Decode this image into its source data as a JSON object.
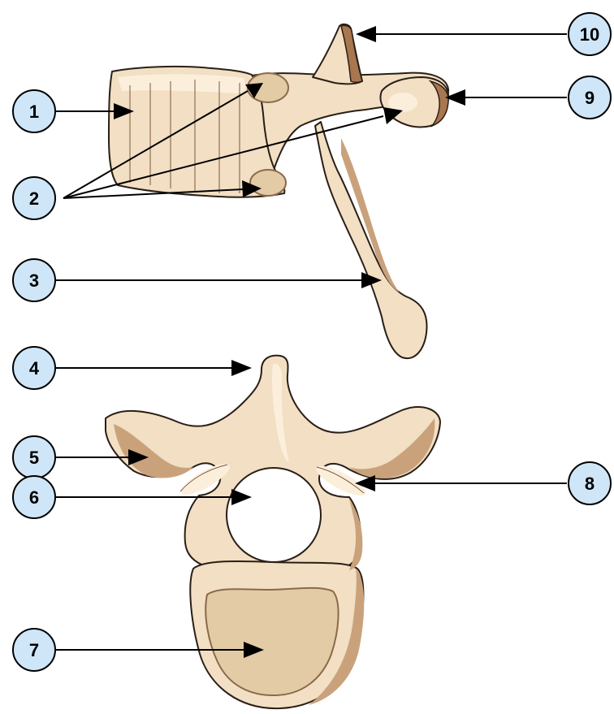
{
  "labels": {
    "l1": "1",
    "l2": "2",
    "l3": "3",
    "l4": "4",
    "l5": "5",
    "l6": "6",
    "l7": "7",
    "l8": "8",
    "l9": "9",
    "l10": "10"
  },
  "colors": {
    "bone": "#f2dfc4",
    "bone_shadow": "#c9a27c",
    "endplate": "#e3cba6",
    "badge_fill": "#cfe6f8",
    "outline": "#2a1f16"
  }
}
